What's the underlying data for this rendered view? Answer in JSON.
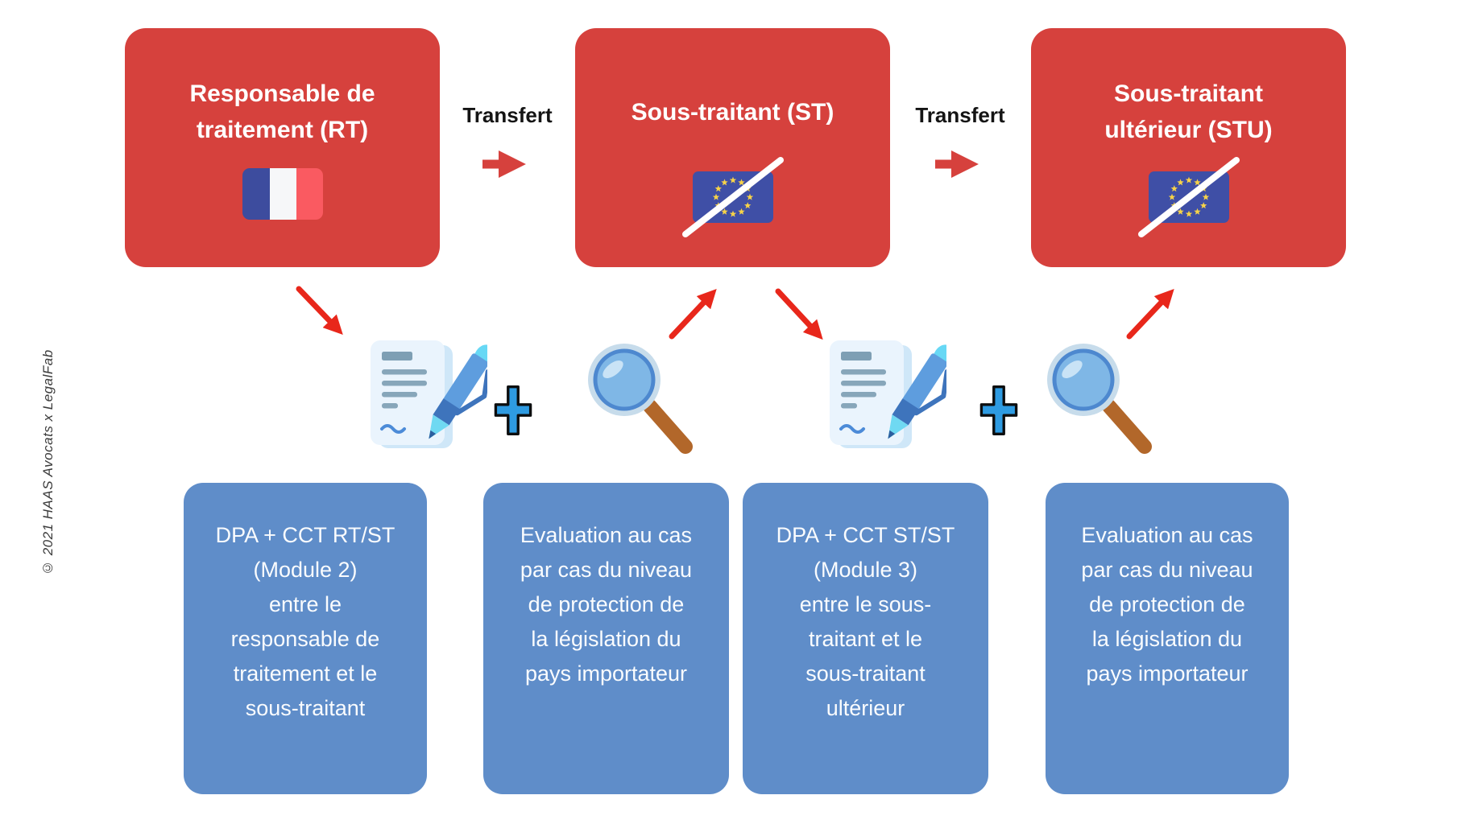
{
  "copyright": {
    "text": "© 2021 HAAS Avocats x LegalFab"
  },
  "colors": {
    "actor_box_red": "#D6413D",
    "info_box_blue": "#5F8DC9",
    "diagonal_arrow_red": "#E8271B",
    "eu_flag_blue": "#3F4FA6",
    "eu_star_gold": "#F7D348",
    "france_blue": "#3D4C9E",
    "france_red": "#FA5A61"
  },
  "red_boxes": [
    {
      "role": "controller",
      "lines": [
        "Responsable de",
        "traitement (RT)"
      ],
      "flag": "france-flag"
    },
    {
      "role": "processor",
      "lines": [
        "Sous-traitant (ST)"
      ],
      "flag": "eu-flag-crossed"
    },
    {
      "role": "sub-processor",
      "lines": [
        "Sous-traitant",
        "ultérieur (STU)"
      ],
      "flag": "eu-flag-crossed"
    }
  ],
  "transfers": [
    {
      "label": "Transfert"
    },
    {
      "label": "Transfert"
    }
  ],
  "icons": {
    "contract": "contract-and-pen-icon",
    "plus": "plus-icon",
    "magnifier": "magnifying-glass-icon"
  },
  "blue_boxes": [
    {
      "lines": [
        "DPA + CCT RT/ST",
        "(Module 2)",
        "entre le",
        "responsable de",
        "traitement et le",
        "sous-traitant"
      ]
    },
    {
      "lines": [
        "Evaluation au cas",
        "par cas du niveau",
        "de protection de",
        "la législation du",
        "pays importateur"
      ]
    },
    {
      "lines": [
        "DPA + CCT ST/ST",
        "(Module 3)",
        "entre le sous-",
        "traitant et le",
        "sous-traitant",
        "ultérieur"
      ]
    },
    {
      "lines": [
        "Evaluation au cas",
        "par cas du niveau",
        "de protection de",
        "la législation du",
        "pays importateur"
      ]
    }
  ]
}
